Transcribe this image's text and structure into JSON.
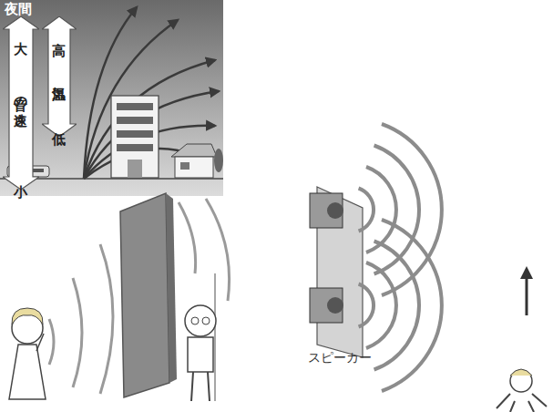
{
  "diagram": {
    "nodes": [
      {
        "text": [
          "大",
          "音の速さ",
          "小"
        ]
      },
      {
        "text": [
          "高",
          "気温",
          "低"
        ]
      }
    ],
    "labels": [
      "夜間",
      "スピーカー"
    ]
  }
}
